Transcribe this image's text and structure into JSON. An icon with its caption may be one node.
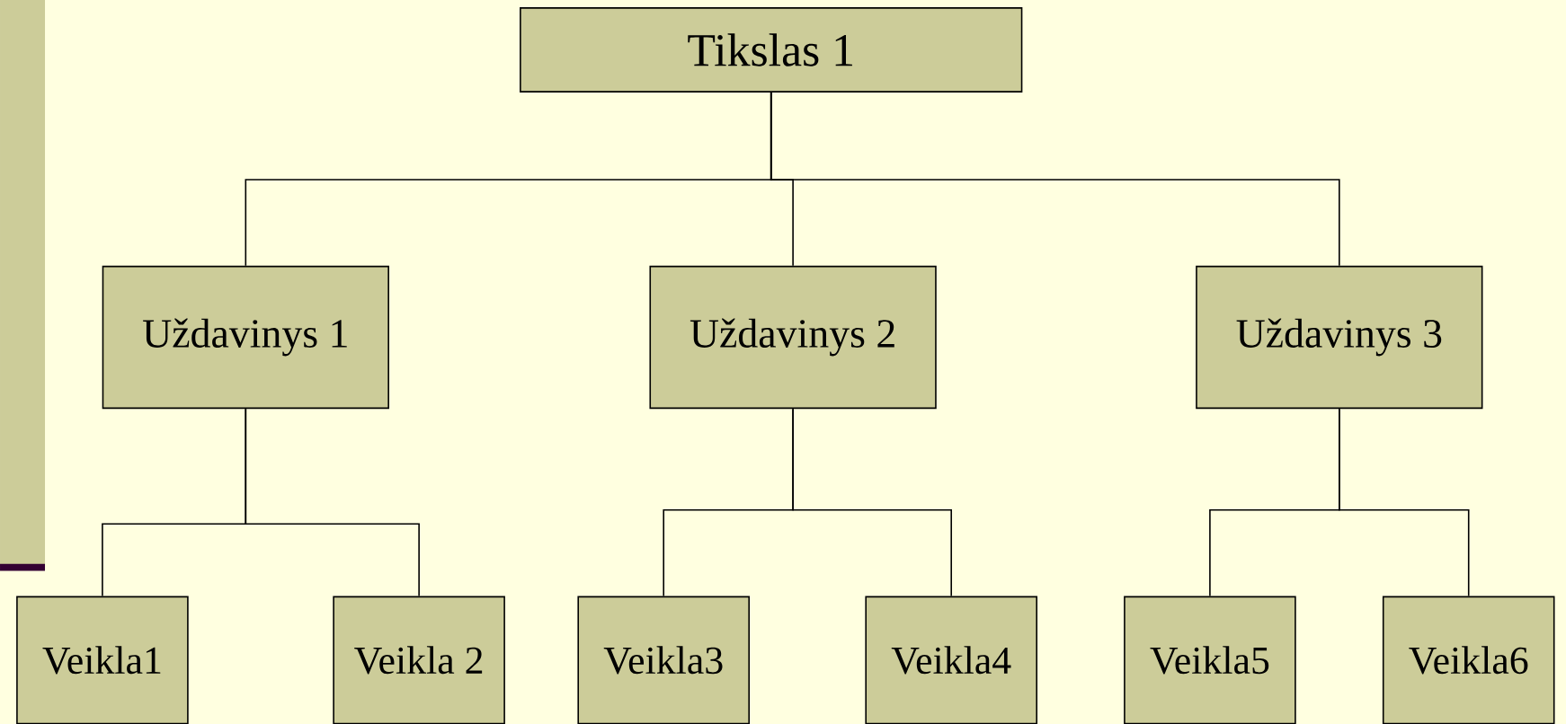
{
  "diagram": {
    "nodes": [
      {
        "text": [
          "Tikslas 1"
        ]
      },
      {
        "text": [
          "Uždavinys 1"
        ]
      },
      {
        "text": [
          "Uždavinys 2"
        ]
      },
      {
        "text": [
          "Uždavinys 3"
        ]
      },
      {
        "text": [
          "Veikla1"
        ]
      },
      {
        "text": [
          "Veikla 2"
        ]
      },
      {
        "text": [
          "Veikla3"
        ]
      },
      {
        "text": [
          "Veikla4"
        ]
      },
      {
        "text": [
          "Veikla5"
        ]
      },
      {
        "text": [
          "Veikla6"
        ]
      }
    ],
    "edges": [
      {
        "from": 0,
        "to": 1,
        "arrow": "none"
      },
      {
        "from": 0,
        "to": 2,
        "arrow": "none"
      },
      {
        "from": 0,
        "to": 3,
        "arrow": "none"
      },
      {
        "from": 1,
        "to": 4,
        "arrow": "none"
      },
      {
        "from": 1,
        "to": 5,
        "arrow": "none"
      },
      {
        "from": 2,
        "to": 6,
        "arrow": "none"
      },
      {
        "from": 2,
        "to": 7,
        "arrow": "none"
      },
      {
        "from": 3,
        "to": 8,
        "arrow": "none"
      },
      {
        "from": 3,
        "to": 9,
        "arrow": "none"
      }
    ]
  }
}
